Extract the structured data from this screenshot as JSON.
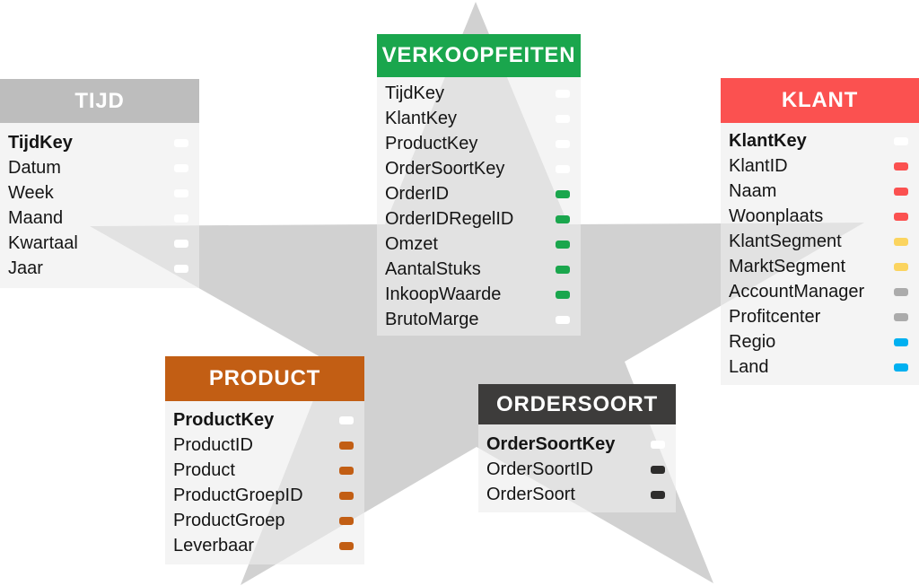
{
  "diagram": {
    "kind": "star-schema",
    "background_color": "#ffffff",
    "star_color": "#d1d1d1",
    "star_shape_name": "five-point-star"
  },
  "tables": {
    "tijd": {
      "title": "TIJD",
      "header_color": "#bdbdbd",
      "fields": [
        {
          "name": "TijdKey",
          "bold": true,
          "chip_color": "#ffffff"
        },
        {
          "name": "Datum",
          "bold": false,
          "chip_color": "#ffffff"
        },
        {
          "name": "Week",
          "bold": false,
          "chip_color": "#ffffff"
        },
        {
          "name": "Maand",
          "bold": false,
          "chip_color": "#ffffff"
        },
        {
          "name": "Kwartaal",
          "bold": false,
          "chip_color": "#ffffff"
        },
        {
          "name": "Jaar",
          "bold": false,
          "chip_color": "#ffffff"
        }
      ]
    },
    "verkoopfeiten": {
      "title": "VERKOOPFEITEN",
      "header_color": "#1aa64d",
      "fields": [
        {
          "name": "TijdKey",
          "bold": false,
          "chip_color": "#ffffff"
        },
        {
          "name": "KlantKey",
          "bold": false,
          "chip_color": "#ffffff"
        },
        {
          "name": "ProductKey",
          "bold": false,
          "chip_color": "#ffffff"
        },
        {
          "name": "OrderSoortKey",
          "bold": false,
          "chip_color": "#ffffff"
        },
        {
          "name": "OrderID",
          "bold": false,
          "chip_color": "#1aa64d"
        },
        {
          "name": "OrderIDRegelID",
          "bold": false,
          "chip_color": "#1aa64d"
        },
        {
          "name": "Omzet",
          "bold": false,
          "chip_color": "#1aa64d"
        },
        {
          "name": "AantalStuks",
          "bold": false,
          "chip_color": "#1aa64d"
        },
        {
          "name": "InkoopWaarde",
          "bold": false,
          "chip_color": "#1aa64d"
        },
        {
          "name": "BrutoMarge",
          "bold": false,
          "chip_color": "#ffffff"
        }
      ]
    },
    "klant": {
      "title": "KLANT",
      "header_color": "#fb5150",
      "fields": [
        {
          "name": "KlantKey",
          "bold": true,
          "chip_color": "#ffffff"
        },
        {
          "name": "KlantID",
          "bold": false,
          "chip_color": "#fb5150"
        },
        {
          "name": "Naam",
          "bold": false,
          "chip_color": "#fb5150"
        },
        {
          "name": "Woonplaats",
          "bold": false,
          "chip_color": "#fb5150"
        },
        {
          "name": "KlantSegment",
          "bold": false,
          "chip_color": "#fbd45f"
        },
        {
          "name": "MarktSegment",
          "bold": false,
          "chip_color": "#fbd45f"
        },
        {
          "name": "AccountManager",
          "bold": false,
          "chip_color": "#ababab"
        },
        {
          "name": "Profitcenter",
          "bold": false,
          "chip_color": "#ababab"
        },
        {
          "name": "Regio",
          "bold": false,
          "chip_color": "#00b0f0"
        },
        {
          "name": "Land",
          "bold": false,
          "chip_color": "#00b0f0"
        }
      ]
    },
    "product": {
      "title": "PRODUCT",
      "header_color": "#c25e14",
      "fields": [
        {
          "name": "ProductKey",
          "bold": true,
          "chip_color": "#ffffff"
        },
        {
          "name": "ProductID",
          "bold": false,
          "chip_color": "#c25e14"
        },
        {
          "name": "Product",
          "bold": false,
          "chip_color": "#c25e14"
        },
        {
          "name": "ProductGroepID",
          "bold": false,
          "chip_color": "#c25e14"
        },
        {
          "name": "ProductGroep",
          "bold": false,
          "chip_color": "#c25e14"
        },
        {
          "name": "Leverbaar",
          "bold": false,
          "chip_color": "#c25e14"
        }
      ]
    },
    "ordersoort": {
      "title": "ORDERSOORT",
      "header_color": "#3d3c3b",
      "fields": [
        {
          "name": "OrderSoortKey",
          "bold": true,
          "chip_color": "#ffffff"
        },
        {
          "name": "OrderSoortID",
          "bold": false,
          "chip_color": "#2e2d2c"
        },
        {
          "name": "OrderSoort",
          "bold": false,
          "chip_color": "#2e2d2c"
        }
      ]
    }
  }
}
